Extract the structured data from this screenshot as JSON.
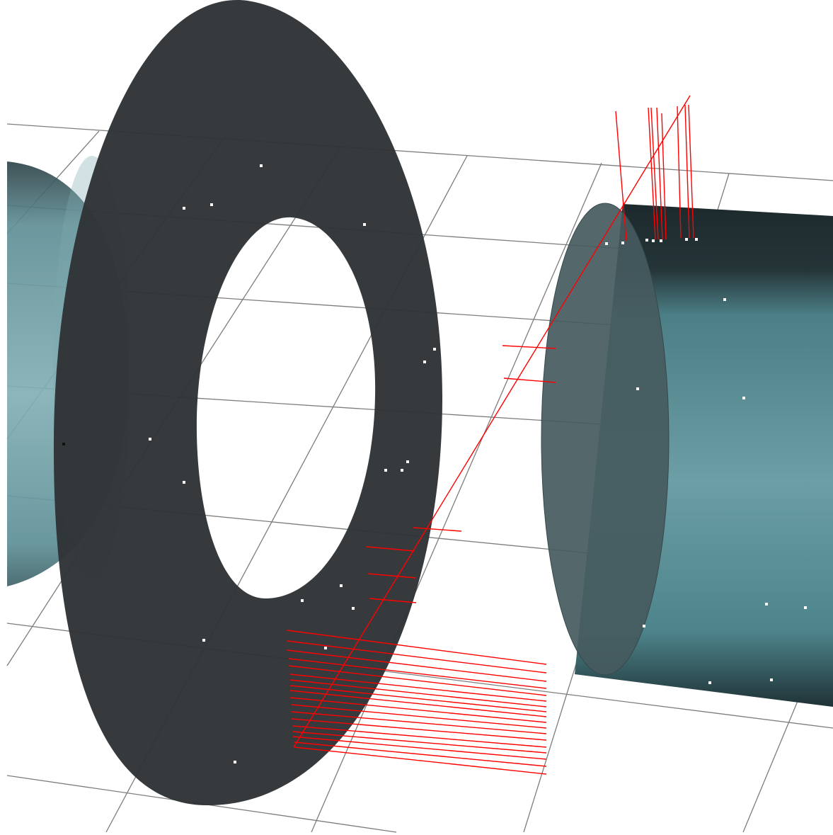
{
  "scene": {
    "description_visible_text": [],
    "colors": {
      "background": "#ffffff",
      "grid": "#7a7a7a",
      "ring": "#2e3335",
      "cylinder_light": "#6fa3aa",
      "cylinder_dark": "#203034",
      "tracks": "#ff0000",
      "hits": "#ffffff"
    },
    "objects": [
      {
        "id": "grid-plane",
        "kind": "ground-grid"
      },
      {
        "id": "left-cylinder",
        "kind": "cylinder-section"
      },
      {
        "id": "annular-disk",
        "kind": "ring"
      },
      {
        "id": "right-cylinder",
        "kind": "cylinder"
      },
      {
        "id": "particle-tracks",
        "kind": "track-bundle"
      },
      {
        "id": "hit-points",
        "kind": "point-cloud"
      }
    ]
  }
}
